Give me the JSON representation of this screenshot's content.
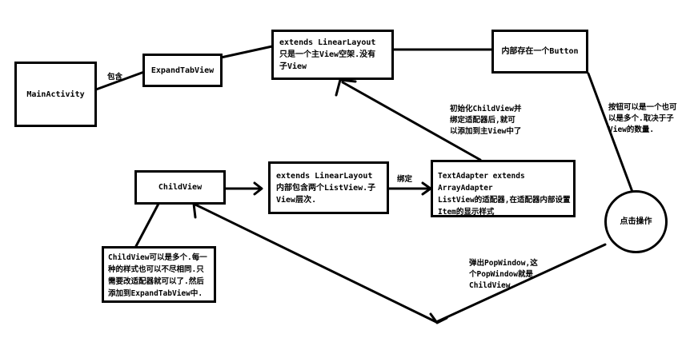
{
  "nodes": {
    "main_activity": "MainActivity",
    "expand_tab_view": "ExpandTabView",
    "extends_linear_top": "extends LinearLayout\n只是一个主View空架.没有\n子View",
    "button_box": "内部存在一个Button",
    "child_view": "ChildView",
    "extends_linear_mid": "extends LinearLayout\n内部包含两个ListView.子\nView层次.",
    "text_adapter": "TextAdapter extends ArrayAdapter\nListView的适配器,在适配器内部设置\nItem的显示样式",
    "click_action": "点击操作",
    "child_view_note": "ChildView可以是多个.每一\n种的样式也可以不尽相同.只\n需要改适配器就可以了.然后\n添加到ExpandTabView中."
  },
  "labels": {
    "contains": "包含",
    "bind": "绑定",
    "init_child": "初始化ChildView并\n绑定适配器后,就可\n以添加到主View中了",
    "button_note": "按钮可以是一个也可\n以是多个.取决于子\nView的数量.",
    "popup": "弹出PopWindow,这\n个PopWindow就是\nChildView."
  }
}
